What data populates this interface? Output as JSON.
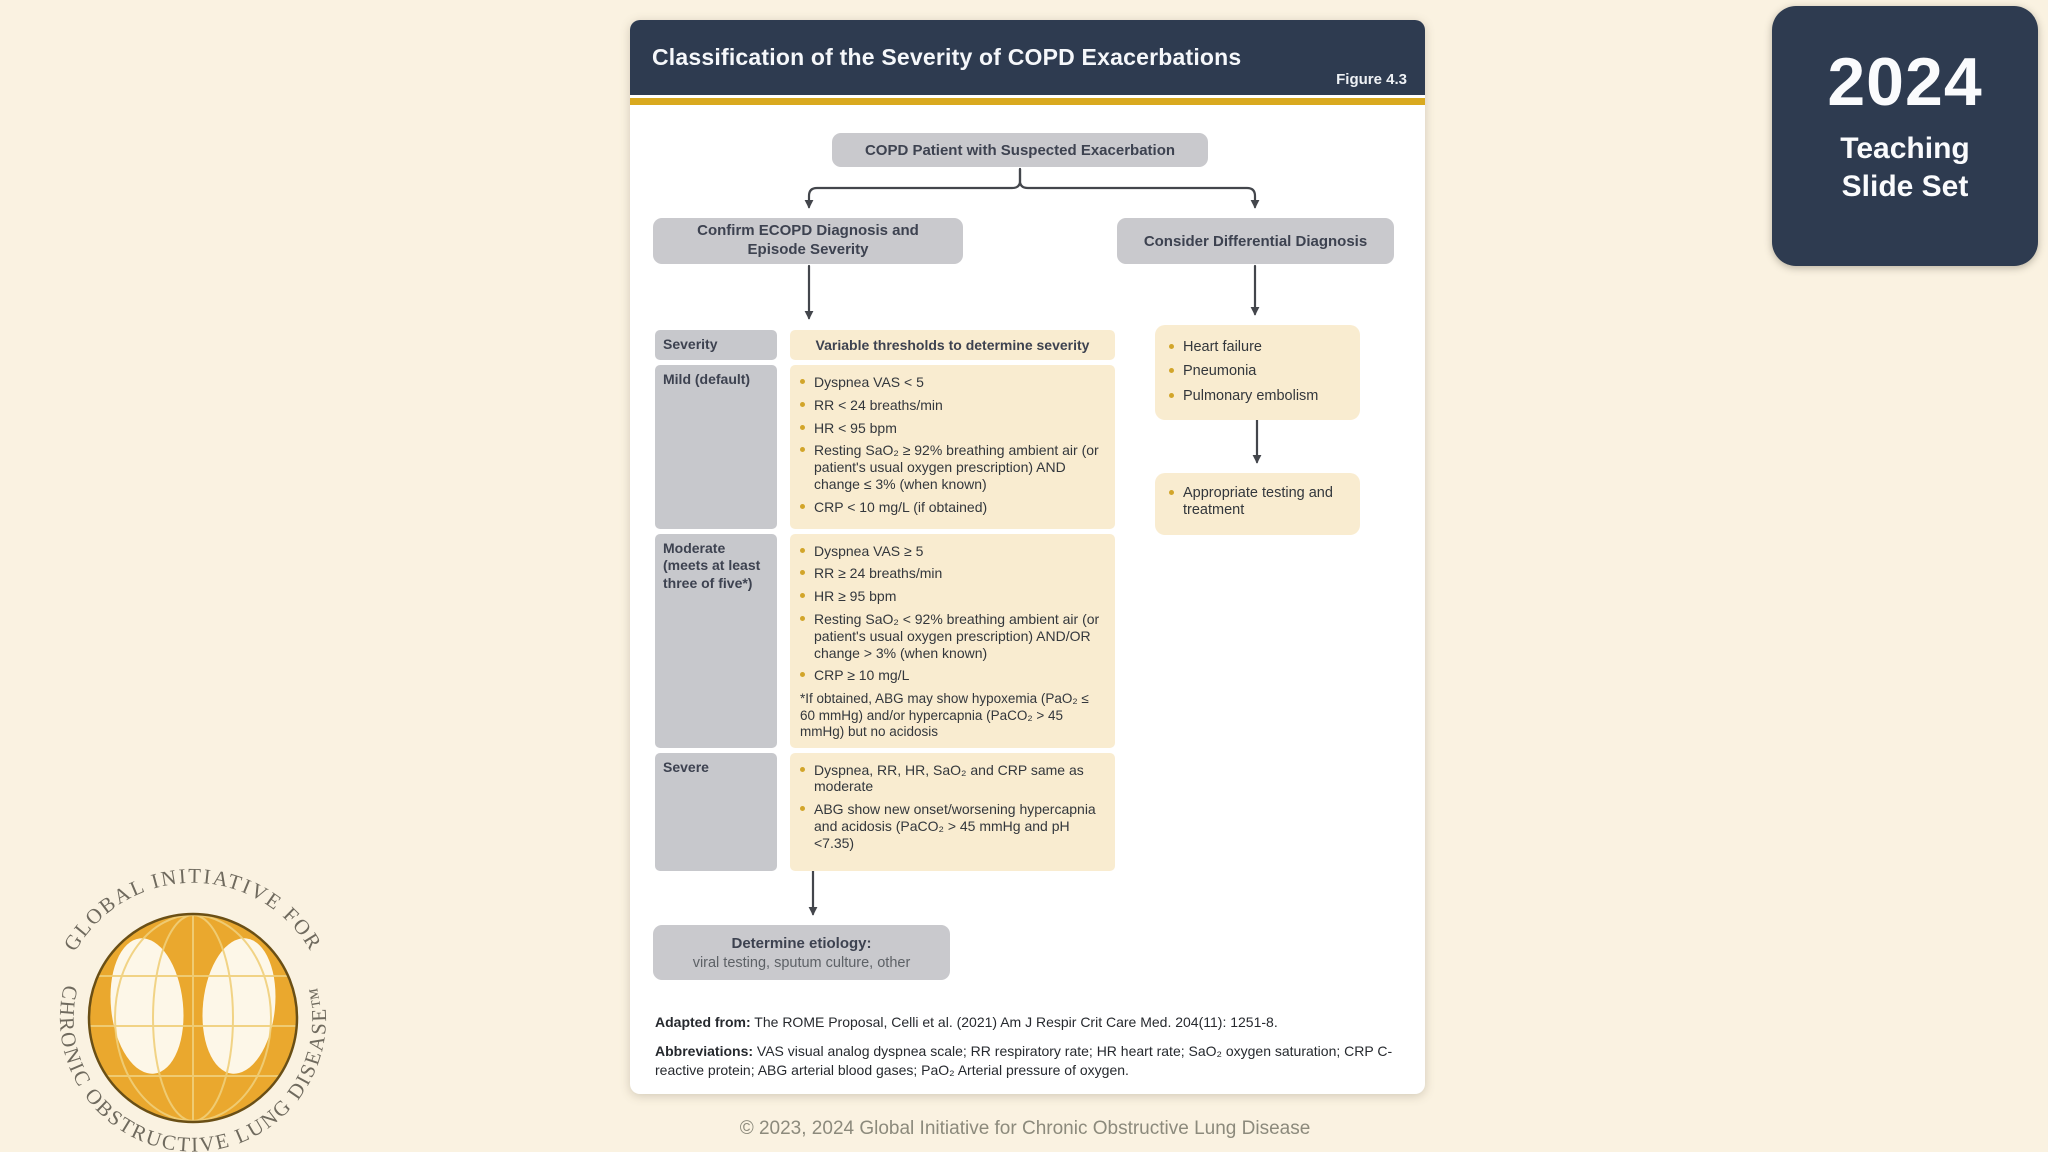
{
  "page": {
    "copyright": "© 2023, 2024 Global Initiative for Chronic Obstructive Lung Disease"
  },
  "badge": {
    "year": "2024",
    "label_line1": "Teaching",
    "label_line2": "Slide Set"
  },
  "card": {
    "title": "Classification of the Severity of COPD Exacerbations",
    "figure_label": "Figure 4.3"
  },
  "flowchart": {
    "root_label": "COPD Patient with Suspected Exacerbation",
    "confirm_label": "Confirm ECOPD Diagnosis and Episode Severity",
    "differential_label": "Consider Differential Diagnosis",
    "differential_items": [
      "Heart failure",
      "Pneumonia",
      "Pulmonary embolism"
    ],
    "testing_item": "Appropriate testing and treatment",
    "etiology_title": "Determine etiology:",
    "etiology_subtitle": "viral testing, sputum culture, other"
  },
  "severity_table": {
    "header_label": "Severity",
    "header_value": "Variable thresholds to determine severity",
    "rows": [
      {
        "label": "Mild (default)",
        "bullets": [
          "Dyspnea VAS < 5",
          "RR < 24 breaths/min",
          "HR < 95 bpm",
          "Resting SaO₂ ≥ 92% breathing ambient air (or patient's usual oxygen prescription) AND change ≤ 3% (when known)",
          "CRP < 10 mg/L (if obtained)"
        ]
      },
      {
        "label": "Moderate (meets at least three of five*)",
        "bullets": [
          "Dyspnea VAS ≥ 5",
          "RR ≥ 24 breaths/min",
          "HR ≥ 95 bpm",
          "Resting SaO₂ < 92% breathing ambient air (or patient's usual oxygen prescription) AND/OR change > 3% (when known)",
          "CRP ≥ 10 mg/L"
        ],
        "footnote": "*If obtained, ABG may show hypoxemia (PaO₂ ≤ 60 mmHg) and/or hypercapnia (PaCO₂ > 45 mmHg) but no acidosis"
      },
      {
        "label": "Severe",
        "bullets": [
          "Dyspnea, RR, HR, SaO₂ and CRP same as moderate",
          "ABG show new onset/worsening hypercapnia and acidosis (PaCO₂ > 45 mmHg and pH <7.35)"
        ]
      }
    ]
  },
  "footer": {
    "adapted_label": "Adapted from:",
    "adapted_text": " The ROME Proposal, Celli et al. (2021) Am J Respir Crit Care Med. 204(11): 1251-8.",
    "abbreviations_label": "Abbreviations:",
    "abbreviations_text": " VAS visual analog dyspnea scale; RR respiratory rate; HR heart rate; SaO₂ oxygen saturation; CRP C-reactive protein; ABG arterial blood gases; PaO₂ Arterial pressure of oxygen."
  },
  "logo": {
    "arc_top_text": "GLOBAL INITIATIVE FOR",
    "arc_bottom_text": "CHRONIC OBSTRUCTIVE LUNG DISEASE™"
  },
  "colors": {
    "navy": "#2e3b50",
    "gold_bar": "#d9a91f",
    "node_gray": "#c9c9cd",
    "panel_cream": "#f9ecd0",
    "bullet_gold": "#d2a52a",
    "logo_gold": "#eaa82e",
    "background": "#faf2e1"
  }
}
